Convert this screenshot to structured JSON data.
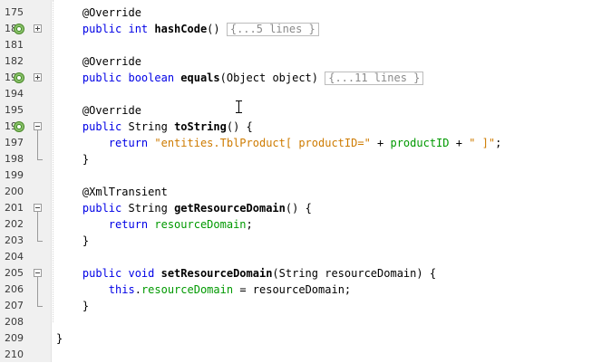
{
  "lines": [
    {
      "n": "175",
      "parts": [
        [
          "",
          "    @Override"
        ]
      ]
    },
    {
      "n": "180",
      "parts": [
        [
          "kw",
          "    public int "
        ],
        [
          "meth",
          "hashCode"
        ],
        [
          "",
          "() "
        ],
        [
          "collapsed",
          "{...5 lines }"
        ]
      ]
    },
    {
      "n": "181",
      "parts": []
    },
    {
      "n": "182",
      "parts": [
        [
          "",
          "    @Override"
        ]
      ]
    },
    {
      "n": "193",
      "parts": [
        [
          "kw",
          "    public boolean "
        ],
        [
          "meth",
          "equals"
        ],
        [
          "",
          "(Object object) "
        ],
        [
          "collapsed",
          "{...11 lines }"
        ]
      ]
    },
    {
      "n": "194",
      "parts": []
    },
    {
      "n": "195",
      "parts": [
        [
          "",
          "    @Override"
        ]
      ]
    },
    {
      "n": "196",
      "parts": [
        [
          "kw",
          "    public "
        ],
        [
          "",
          "String "
        ],
        [
          "meth",
          "toString"
        ],
        [
          "",
          "() {"
        ]
      ]
    },
    {
      "n": "197",
      "parts": [
        [
          "kw",
          "        return "
        ],
        [
          "str",
          "\"entities.TblProduct[ productID=\""
        ],
        [
          "",
          " + "
        ],
        [
          "fld",
          "productID"
        ],
        [
          "",
          " + "
        ],
        [
          "str",
          "\" ]\""
        ],
        [
          "",
          ";"
        ]
      ]
    },
    {
      "n": "198",
      "parts": [
        [
          "",
          "    }"
        ]
      ]
    },
    {
      "n": "199",
      "parts": []
    },
    {
      "n": "200",
      "parts": [
        [
          "",
          "    @XmlTransient"
        ]
      ]
    },
    {
      "n": "201",
      "parts": [
        [
          "kw",
          "    public "
        ],
        [
          "",
          "String "
        ],
        [
          "meth",
          "getResourceDomain"
        ],
        [
          "",
          "() {"
        ]
      ]
    },
    {
      "n": "202",
      "parts": [
        [
          "kw",
          "        return "
        ],
        [
          "fld",
          "resourceDomain"
        ],
        [
          "",
          ";"
        ]
      ]
    },
    {
      "n": "203",
      "parts": [
        [
          "",
          "    }"
        ]
      ]
    },
    {
      "n": "204",
      "parts": []
    },
    {
      "n": "205",
      "parts": [
        [
          "kw",
          "    public void "
        ],
        [
          "meth",
          "setResourceDomain"
        ],
        [
          "",
          "(String resourceDomain) {"
        ]
      ]
    },
    {
      "n": "206",
      "parts": [
        [
          "kw",
          "        this"
        ],
        [
          "",
          "."
        ],
        [
          "fld",
          "resourceDomain"
        ],
        [
          "",
          " = resourceDomain;"
        ]
      ]
    },
    {
      "n": "207",
      "parts": [
        [
          "",
          "    }"
        ]
      ]
    },
    {
      "n": "208",
      "parts": []
    },
    {
      "n": "209",
      "parts": [
        [
          "",
          "}"
        ]
      ]
    },
    {
      "n": "210",
      "parts": []
    }
  ],
  "override_marker_lines": [
    "180",
    "193",
    "196"
  ],
  "fold_collapsed_lines": [
    "180",
    "193"
  ],
  "fold_open_lines": [
    "196",
    "201",
    "205"
  ],
  "fold_end_lines": [
    "198",
    "203",
    "207"
  ],
  "icons": {
    "override_marker": "override-method-icon",
    "fold_collapsed": "fold-expand-icon",
    "fold_open": "fold-collapse-icon",
    "caret": "text-cursor-icon"
  },
  "colors": {
    "keyword": "#0000e6",
    "string": "#ce7b00",
    "field": "#009900",
    "gutter": "#f0f0f0"
  }
}
